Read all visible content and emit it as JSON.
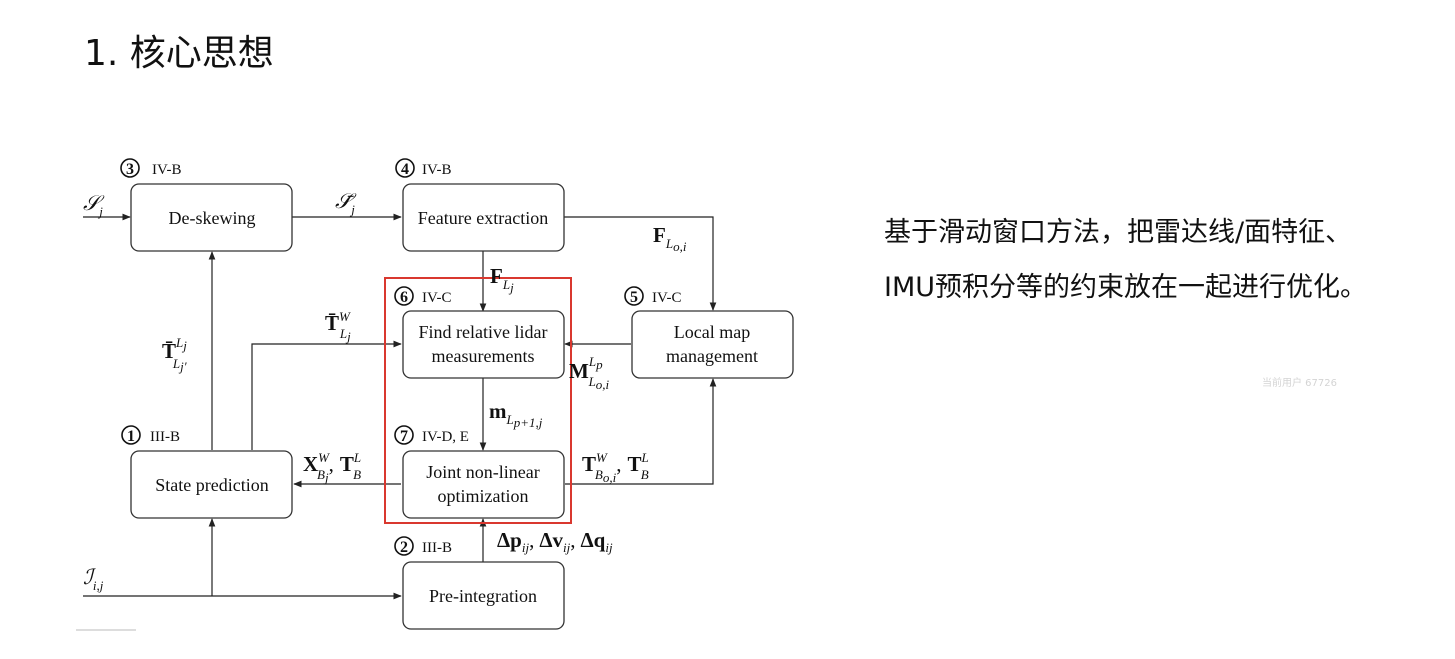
{
  "slide": {
    "title": "1. 核心思想",
    "description_line1": "基于滑动窗口方法，把雷达线/面特征、",
    "description_line2": "IMU预积分等的约束放在一起进行优化。",
    "watermark": "当前用户 67726",
    "highlight_color": "#d9382f"
  },
  "diagram": {
    "modules": {
      "deskew": {
        "num": "3",
        "section": "IV-B",
        "label": "De-skewing"
      },
      "feature": {
        "num": "4",
        "section": "IV-B",
        "label": "Feature extraction"
      },
      "find": {
        "num": "6",
        "section": "IV-C",
        "label_line1": "Find relative lidar",
        "label_line2": "measurements"
      },
      "localmap": {
        "num": "5",
        "section": "IV-C",
        "label_line1": "Local map",
        "label_line2": "management"
      },
      "joint": {
        "num": "7",
        "section": "IV-D, E",
        "label_line1": "Joint non-linear",
        "label_line2": "optimization"
      },
      "state": {
        "num": "1",
        "section": "III-B",
        "label": "State prediction"
      },
      "preint": {
        "num": "2",
        "section": "III-B",
        "label": "Pre-integration"
      }
    },
    "symbols": {
      "S_j": {
        "main": "𝒮",
        "sub": "j"
      },
      "S_bar_j": {
        "main": "𝒮̄",
        "sub": "j"
      },
      "F_Loi": {
        "main": "F",
        "sub": "L",
        "subsub": "o,i"
      },
      "F_Lj": {
        "main": "F",
        "sub": "L",
        "subsub": "j"
      },
      "T_bar_W_Lj": {
        "main": "T̄",
        "sup": "W",
        "sub": "L",
        "subsub": "j"
      },
      "T_bar_Lj_Lj'": {
        "main": "T̄",
        "sup": "L",
        "supsub": "j",
        "sub": "L",
        "subsub": "j′"
      },
      "M_Lp_Loi": {
        "main": "M",
        "sup": "L",
        "supsub": "p",
        "sub": "L",
        "subsub": "o,i"
      },
      "m_Lp1j": {
        "main": "m",
        "sub": "L",
        "subsub": "p+1,j"
      },
      "X_W_Bj_T_L_B": {
        "main1": "X",
        "sup1": "W",
        "sub1": "B",
        "subsub1": "j",
        "comma": ",",
        "main2": "T",
        "sup2": "L",
        "sub2": "B"
      },
      "T_W_Boi_T_L_B": {
        "main1": "T",
        "sup1": "W",
        "sub1": "B",
        "subsub1": "o,i",
        "comma": ",",
        "main2": "T",
        "sup2": "L",
        "sub2": "B"
      },
      "deltas": {
        "d1": "Δp",
        "s1": "ij",
        "d2": "Δv",
        "s2": "ij",
        "d3": "Δq",
        "s3": "ij",
        "comma": ","
      },
      "I_ij": {
        "main": "ℐ",
        "sub": "i,j"
      }
    }
  }
}
